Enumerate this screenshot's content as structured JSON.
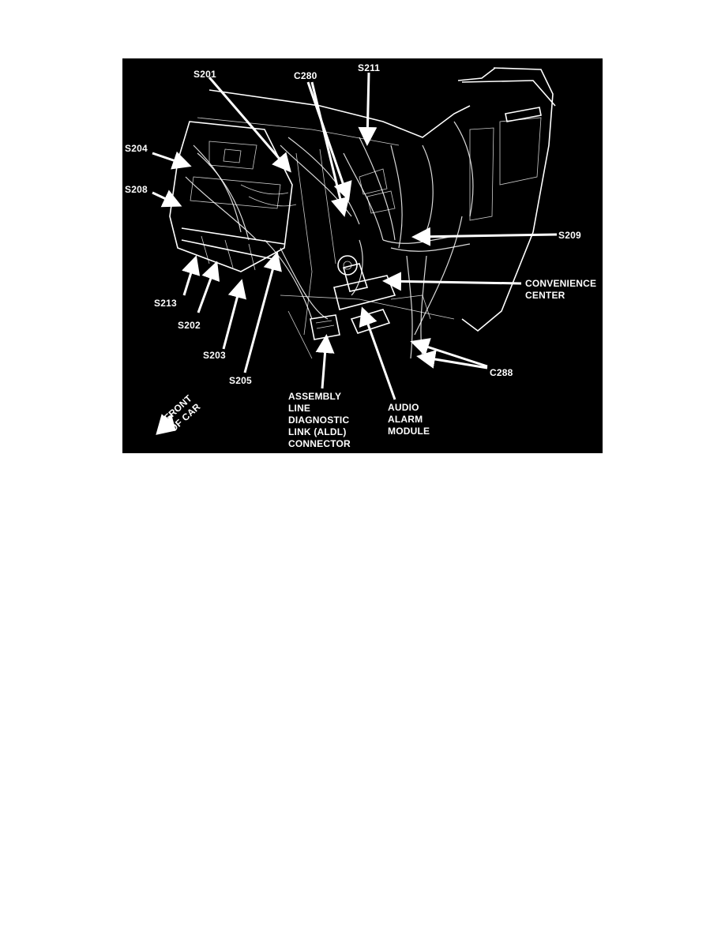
{
  "labels": {
    "s201": "S201",
    "c280": "C280",
    "s211": "S211",
    "s204": "S204",
    "s208": "S208",
    "s209": "S209",
    "convenience_center": [
      "CONVENIENCE",
      "CENTER"
    ],
    "s213": "S213",
    "s202": "S202",
    "s203": "S203",
    "s205": "S205",
    "c288": "C288",
    "aldl_connector": [
      "ASSEMBLY",
      "LINE",
      "DIAGNOSTIC",
      "LINK (ALDL)",
      "CONNECTOR"
    ],
    "audio_alarm_module": [
      "AUDIO",
      "ALARM",
      "MODULE"
    ],
    "front_of_car": [
      "FRONT",
      "OF CAR"
    ]
  },
  "colors": {
    "background": "#000000",
    "linework": "#ffffff",
    "page": "#ffffff"
  }
}
